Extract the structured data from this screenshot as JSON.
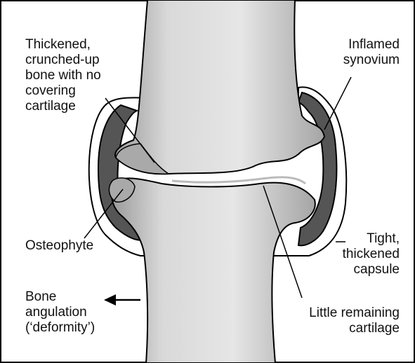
{
  "labels": {
    "thickened_bone": "Thickened,\ncrunched-up\nbone with no\ncovering\ncartilage",
    "inflamed_synovium": "Inflamed\nsynovium",
    "osteophyte": "Osteophyte",
    "tight_capsule": "Tight,\nthickened\ncapsule",
    "bone_angulation": "Bone\nangulation\n(‘deformity’)",
    "little_cartilage": "Little remaining\ncartilage"
  },
  "colors": {
    "bone_fill": "#cfcfcf",
    "bone_shade": "#a9a9a9",
    "synovium": "#555555",
    "capsule_fill": "#ffffff",
    "outline": "#000000"
  }
}
